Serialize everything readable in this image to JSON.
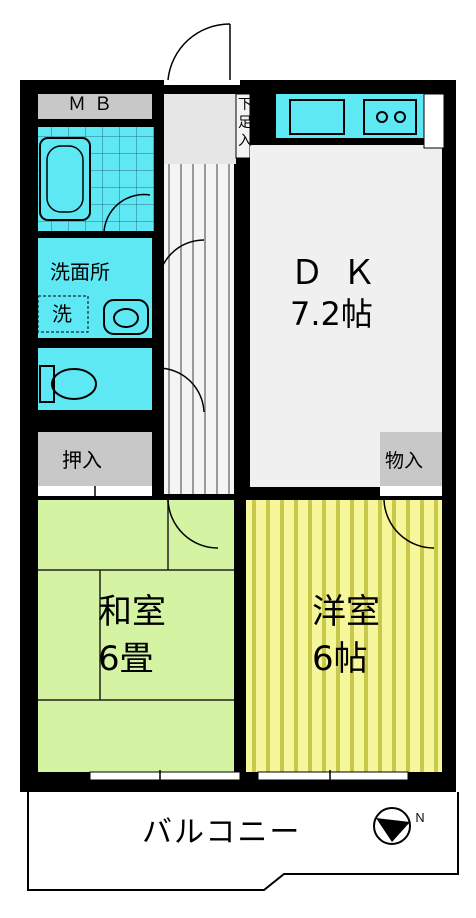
{
  "rooms": {
    "mb": "ＭＢ",
    "genkan_label": "下足入",
    "dk_name": "ＤＫ",
    "dk_size": "7.2帖",
    "senmen": "洗面所",
    "sentaku": "洗",
    "oshiire": "押入",
    "monoire": "物入",
    "washitsu_name": "和室",
    "washitsu_size": "6畳",
    "youshitsu_name": "洋室",
    "youshitsu_size": "6帖",
    "balcony": "バルコニー"
  },
  "colors": {
    "wall": "#000000",
    "wet_area": "#5ee8f4",
    "tatami": "#d4f4a4",
    "flooring_stripe": "#e8e86c",
    "dk_floor": "#f0f0f0",
    "storage": "#c8c8c8"
  }
}
